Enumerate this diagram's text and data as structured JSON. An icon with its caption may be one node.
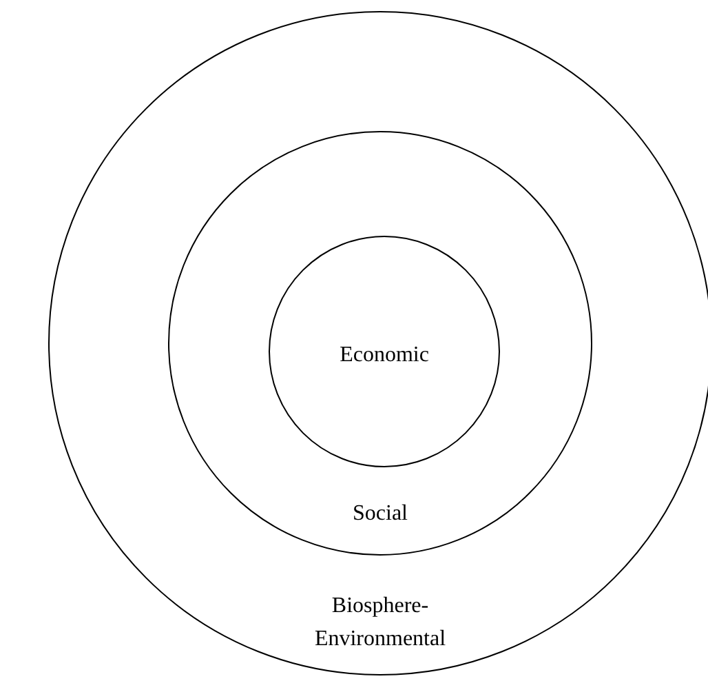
{
  "diagram": {
    "nodes": [
      {
        "text": [
          "Biosphere- Environmental"
        ]
      },
      {
        "text": [
          "Social"
        ],
        "in": 0
      },
      {
        "text": [
          "Economic"
        ],
        "in": 1
      }
    ]
  }
}
